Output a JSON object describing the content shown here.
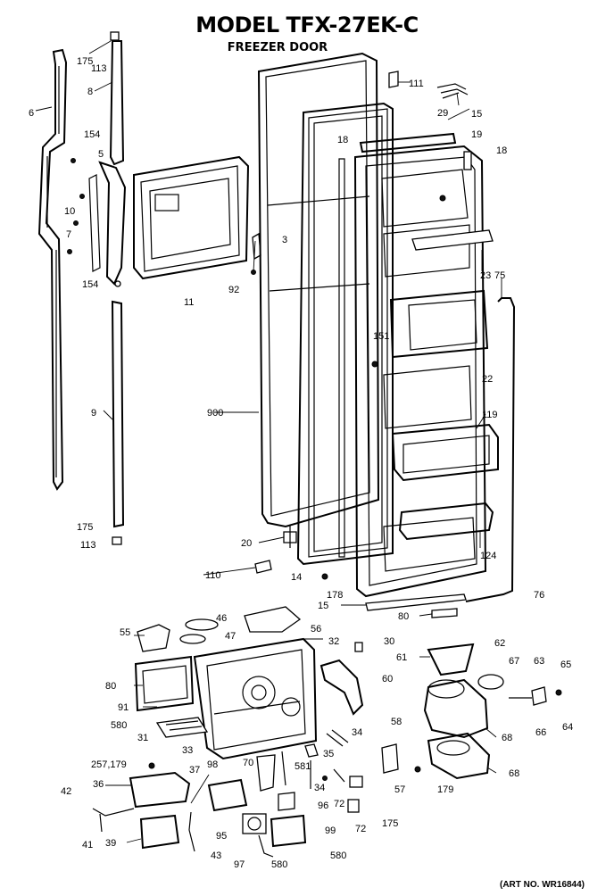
{
  "header": {
    "title": "MODEL TFX-27EK-C",
    "subtitle": "FREEZER DOOR"
  },
  "footer": {
    "art_no": "(ART NO. WR16844)"
  },
  "callouts": [
    {
      "id": "c175a",
      "text": "175"
    },
    {
      "id": "c113a",
      "text": "113"
    },
    {
      "id": "c111",
      "text": "111"
    },
    {
      "id": "c29",
      "text": "29"
    },
    {
      "id": "c15a",
      "text": "15"
    },
    {
      "id": "c19",
      "text": "19"
    },
    {
      "id": "c18a",
      "text": "18"
    },
    {
      "id": "c18b",
      "text": "18"
    },
    {
      "id": "c8",
      "text": "8"
    },
    {
      "id": "c6",
      "text": "6"
    },
    {
      "id": "c154a",
      "text": "154"
    },
    {
      "id": "c5",
      "text": "5"
    },
    {
      "id": "c10",
      "text": "10"
    },
    {
      "id": "c7",
      "text": "7"
    },
    {
      "id": "c154b",
      "text": "154"
    },
    {
      "id": "c3",
      "text": "3"
    },
    {
      "id": "c92",
      "text": "92"
    },
    {
      "id": "c11",
      "text": "11"
    },
    {
      "id": "c23",
      "text": "23"
    },
    {
      "id": "c75",
      "text": "75"
    },
    {
      "id": "c151",
      "text": "151"
    },
    {
      "id": "c22",
      "text": "22"
    },
    {
      "id": "c900",
      "text": "900"
    },
    {
      "id": "c9",
      "text": "9"
    },
    {
      "id": "c119",
      "text": "119"
    },
    {
      "id": "c175b",
      "text": "175"
    },
    {
      "id": "c113b",
      "text": "113"
    },
    {
      "id": "c20",
      "text": "20"
    },
    {
      "id": "c124",
      "text": "124"
    },
    {
      "id": "c110",
      "text": "110"
    },
    {
      "id": "c14",
      "text": "14"
    },
    {
      "id": "c178",
      "text": "178"
    },
    {
      "id": "c76",
      "text": "76"
    },
    {
      "id": "c15b",
      "text": "15"
    },
    {
      "id": "c80a",
      "text": "80"
    },
    {
      "id": "c55",
      "text": "55"
    },
    {
      "id": "c46",
      "text": "46"
    },
    {
      "id": "c47",
      "text": "47"
    },
    {
      "id": "c56",
      "text": "56"
    },
    {
      "id": "c32",
      "text": "32"
    },
    {
      "id": "c30",
      "text": "30"
    },
    {
      "id": "c61",
      "text": "61"
    },
    {
      "id": "c62",
      "text": "62"
    },
    {
      "id": "c67",
      "text": "67"
    },
    {
      "id": "c63",
      "text": "63"
    },
    {
      "id": "c65",
      "text": "65"
    },
    {
      "id": "c80b",
      "text": "80"
    },
    {
      "id": "c60",
      "text": "60"
    },
    {
      "id": "c91",
      "text": "91"
    },
    {
      "id": "c580a",
      "text": "580"
    },
    {
      "id": "c31",
      "text": "31"
    },
    {
      "id": "c33",
      "text": "33"
    },
    {
      "id": "c34a",
      "text": "34"
    },
    {
      "id": "c66",
      "text": "66"
    },
    {
      "id": "c64",
      "text": "64"
    },
    {
      "id": "c68a",
      "text": "68"
    },
    {
      "id": "c58",
      "text": "58"
    },
    {
      "id": "c257",
      "text": "257,179"
    },
    {
      "id": "c37",
      "text": "37"
    },
    {
      "id": "c98",
      "text": "98"
    },
    {
      "id": "c70",
      "text": "70"
    },
    {
      "id": "c35",
      "text": "35"
    },
    {
      "id": "c581",
      "text": "581"
    },
    {
      "id": "c36",
      "text": "36"
    },
    {
      "id": "c34b",
      "text": "34"
    },
    {
      "id": "c57",
      "text": "57"
    },
    {
      "id": "c179",
      "text": "179"
    },
    {
      "id": "c68b",
      "text": "68"
    },
    {
      "id": "c42",
      "text": "42"
    },
    {
      "id": "c96",
      "text": "96"
    },
    {
      "id": "c72a",
      "text": "72"
    },
    {
      "id": "c72b",
      "text": "72"
    },
    {
      "id": "c175c",
      "text": "175"
    },
    {
      "id": "c95",
      "text": "95"
    },
    {
      "id": "c99",
      "text": "99"
    },
    {
      "id": "c41",
      "text": "41"
    },
    {
      "id": "c39",
      "text": "39"
    },
    {
      "id": "c43",
      "text": "43"
    },
    {
      "id": "c97",
      "text": "97"
    },
    {
      "id": "c580b",
      "text": "580"
    },
    {
      "id": "c580c",
      "text": "580"
    }
  ]
}
